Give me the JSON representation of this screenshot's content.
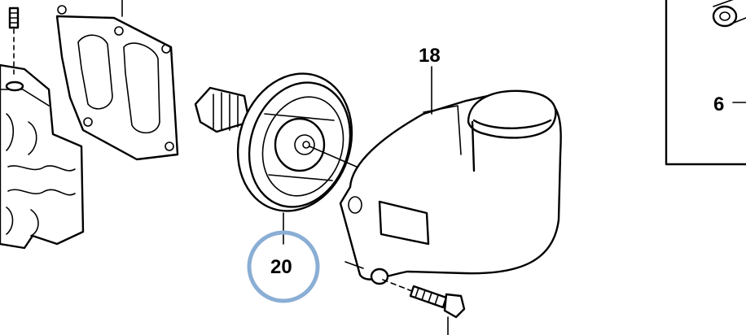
{
  "callouts": {
    "part_18": "18",
    "part_20": "20",
    "part_6": "6"
  },
  "highlight": {
    "target": "20",
    "color": "#8aaed4"
  }
}
